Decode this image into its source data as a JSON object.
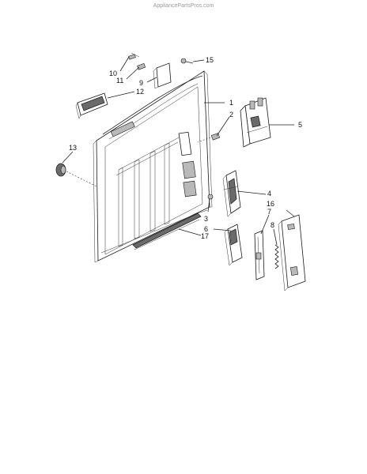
{
  "watermark": "AppliancePartsPros.com",
  "callouts": {
    "c1": "1",
    "c2": "2",
    "c3": "3",
    "c4": "4",
    "c5": "5",
    "c6": "6",
    "c7": "7",
    "c8": "8",
    "c9": "9",
    "c10": "10",
    "c11": "11",
    "c12": "12",
    "c13": "13",
    "c15": "15",
    "c16": "16",
    "c17": "17"
  }
}
